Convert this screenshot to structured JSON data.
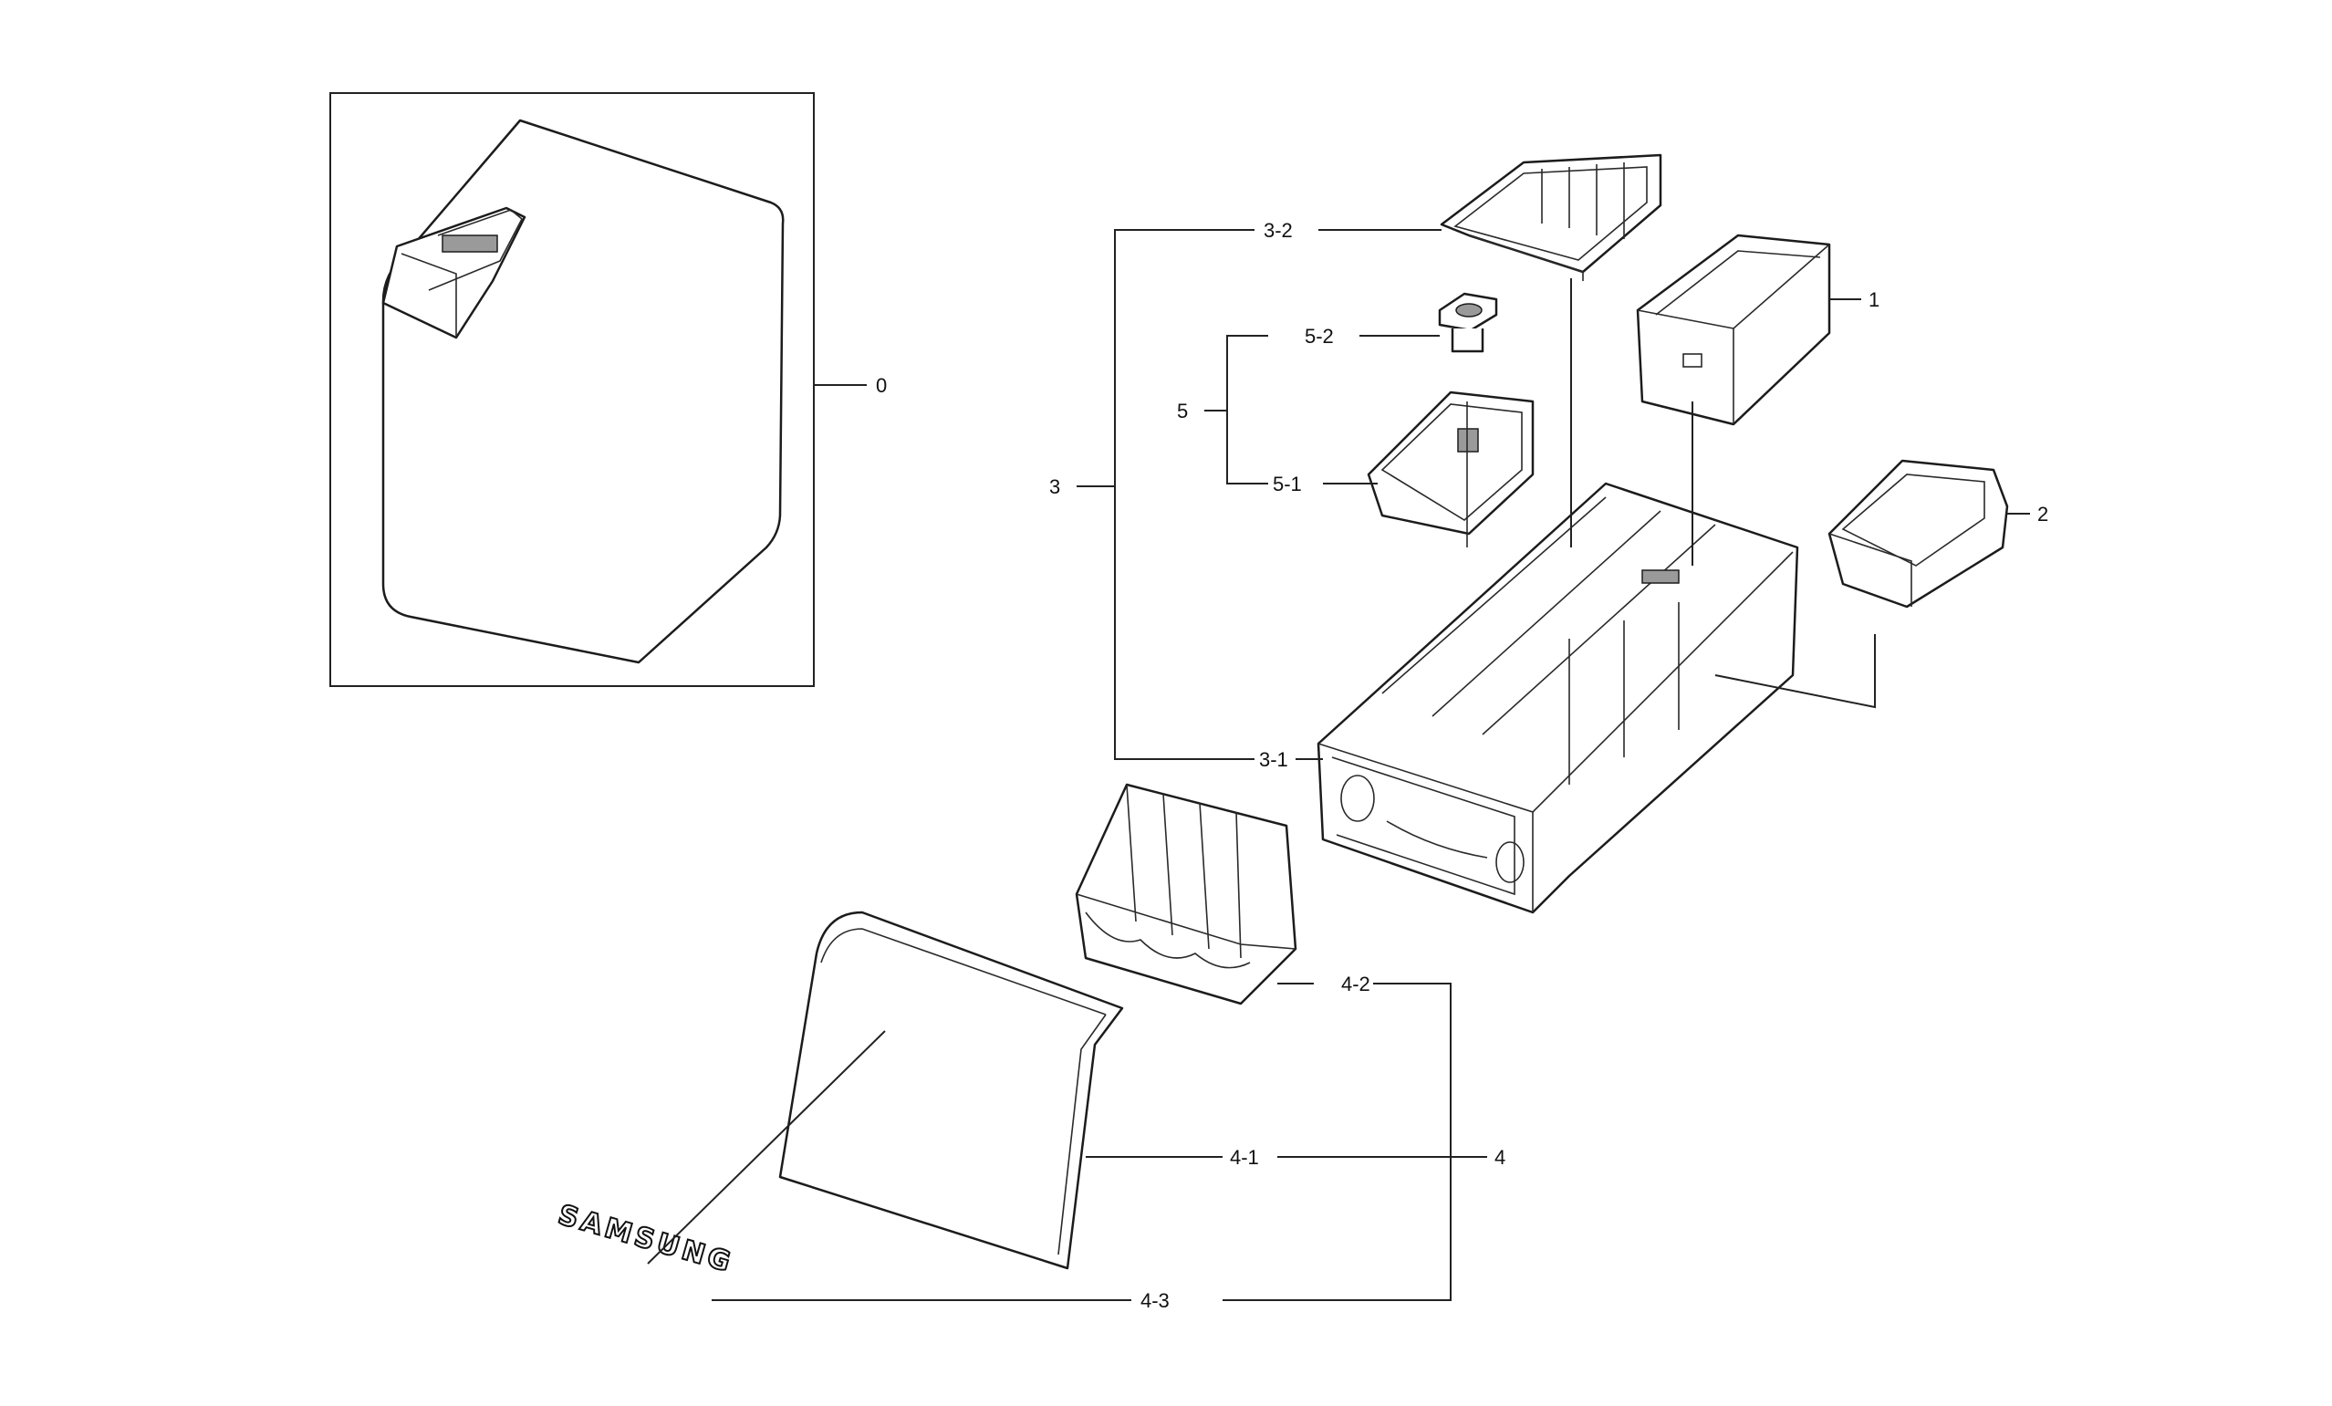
{
  "labels": {
    "l0": "0",
    "l1": "1",
    "l2": "2",
    "l3": "3",
    "l3_1": "3-1",
    "l3_2": "3-2",
    "l4": "4",
    "l4_1": "4-1",
    "l4_2": "4-2",
    "l4_3": "4-3",
    "l5": "5",
    "l5_1": "5-1",
    "l5_2": "5-2"
  },
  "logo": {
    "text": "SAMSUNG"
  },
  "colors": {
    "line": "#222222",
    "background": "#ffffff",
    "shade": "#9a9a9a"
  }
}
